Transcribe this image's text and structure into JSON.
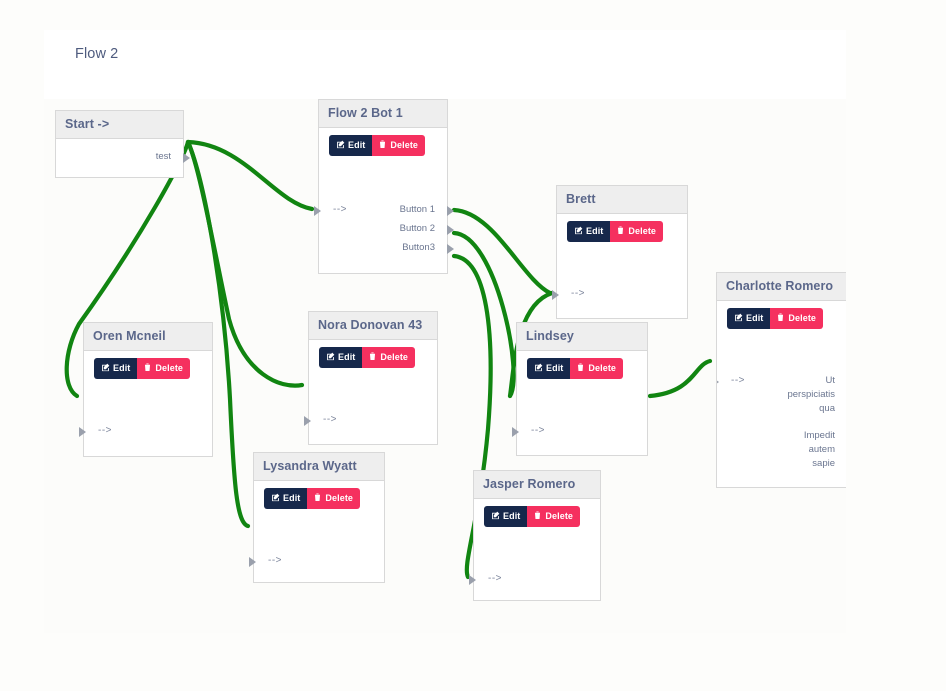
{
  "header": {
    "flow_title": "Flow 2"
  },
  "canvas": {
    "background_color": "#fcfcfa",
    "link_color": "#118511",
    "port_marker_color": "#9aa0ac"
  },
  "buttons": {
    "edit_label": "Edit",
    "delete_label": "Delete",
    "edit_color": "#16284b",
    "delete_color": "#f5305f"
  },
  "nodes": [
    {
      "id": "start",
      "title": "Start ->",
      "has_actions": false,
      "inputs": [],
      "outputs": [
        "test"
      ]
    },
    {
      "id": "bot1",
      "title": "Flow 2 Bot 1",
      "has_actions": true,
      "inputs": [
        "-->"
      ],
      "outputs": [
        "Button 1",
        "Button 2",
        "Button3"
      ]
    },
    {
      "id": "brett",
      "title": "Brett",
      "has_actions": true,
      "inputs": [
        "-->"
      ],
      "outputs": []
    },
    {
      "id": "charlotte",
      "title": "Charlotte Romero",
      "has_actions": true,
      "inputs": [
        "-->"
      ],
      "outputs": [
        "Ut perspiciatis qua",
        "Impedit autem sapie"
      ]
    },
    {
      "id": "oren",
      "title": "Oren Mcneil",
      "has_actions": true,
      "inputs": [
        "-->"
      ],
      "outputs": []
    },
    {
      "id": "nora",
      "title": "Nora Donovan 43",
      "has_actions": true,
      "inputs": [
        "-->"
      ],
      "outputs": []
    },
    {
      "id": "lindsey",
      "title": "Lindsey",
      "has_actions": true,
      "inputs": [
        "-->"
      ],
      "outputs": []
    },
    {
      "id": "lysandra",
      "title": "Lysandra Wyatt",
      "has_actions": true,
      "inputs": [
        "-->"
      ],
      "outputs": []
    },
    {
      "id": "jasper",
      "title": "Jasper Romero",
      "has_actions": true,
      "inputs": [
        "-->"
      ],
      "outputs": []
    }
  ],
  "node_titles": {
    "start": "Start ->",
    "bot1": "Flow 2 Bot 1",
    "brett": "Brett",
    "charlotte": "Charlotte Romero",
    "oren": "Oren Mcneil",
    "nora": "Nora Donovan 43",
    "lindsey": "Lindsey",
    "lysandra": "Lysandra Wyatt",
    "jasper": "Jasper Romero"
  },
  "ports": {
    "in_arrow": "-->",
    "start_out": "test",
    "bot1_out_1": "Button 1",
    "bot1_out_2": "Button 2",
    "bot1_out_3": "Button3",
    "charlotte_out_1_l1": "Ut",
    "charlotte_out_1_l2": "perspiciatis",
    "charlotte_out_1_l3": "qua",
    "charlotte_out_2_l1": "Impedit",
    "charlotte_out_2_l2": "autem",
    "charlotte_out_2_l3": "sapie"
  },
  "links": [
    {
      "from": "start.test",
      "to": "bot1.in"
    },
    {
      "from": "start.test",
      "to": "oren.in"
    },
    {
      "from": "start.test",
      "to": "nora.in"
    },
    {
      "from": "start.test",
      "to": "lysandra.in"
    },
    {
      "from": "bot1.Button 1",
      "to": "brett.in"
    },
    {
      "from": "bot1.Button 2",
      "to": "lindsey.in"
    },
    {
      "from": "bot1.Button3",
      "to": "jasper.in"
    },
    {
      "from": "brett.out",
      "to": "lindsey.in"
    },
    {
      "from": "lindsey.out",
      "to": "charlotte.in"
    }
  ]
}
